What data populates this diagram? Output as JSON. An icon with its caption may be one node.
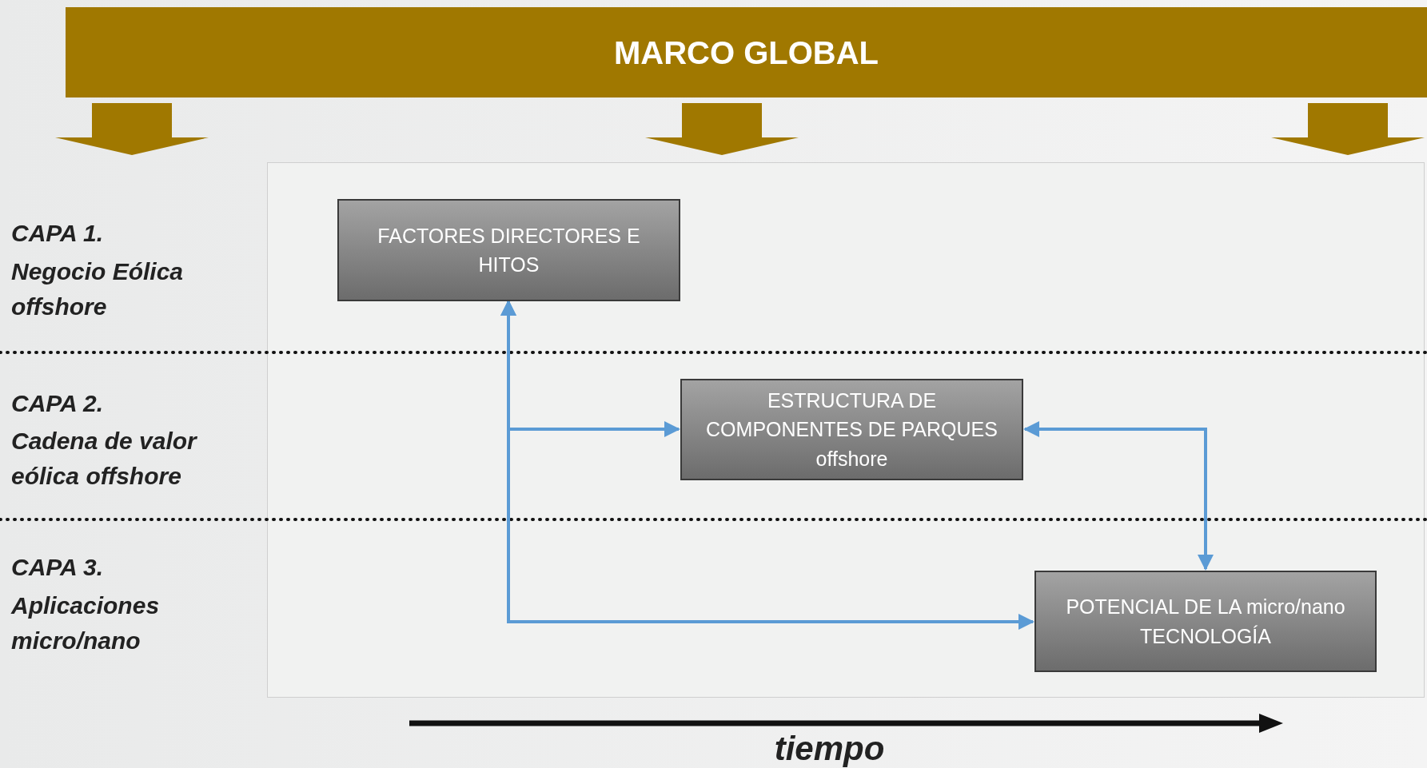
{
  "diagram": {
    "nodes": [
      {
        "text": [
          "MARCO GLOBAL"
        ]
      },
      {
        "text": [
          "FACTORES DIRECTORES E HITOS"
        ]
      },
      {
        "text": [
          "ESTRUCTURA DE COMPONENTES DE PARQUES offshore"
        ]
      },
      {
        "text": [
          "POTENCIAL DE LA micro/nano TECNOLOGÍA"
        ]
      }
    ],
    "edges": [
      {
        "from": 0,
        "to": null,
        "arrow": "to",
        "style": "thick",
        "color": "#a07800"
      },
      {
        "from": 0,
        "to": null,
        "arrow": "to",
        "style": "thick",
        "color": "#a07800"
      },
      {
        "from": 0,
        "to": null,
        "arrow": "to",
        "style": "thick",
        "color": "#a07800"
      },
      {
        "from": 1,
        "to": 2,
        "arrow": "both"
      },
      {
        "from": 1,
        "to": 3,
        "arrow": "both"
      },
      {
        "from": 2,
        "to": 3,
        "arrow": "both"
      }
    ],
    "labels": [
      "CAPA 1.",
      "Negocio Eólica offshore",
      "CAPA 2.",
      "Cadena de valor eólica offshore",
      "CAPA 3.",
      "Aplicaciones micro/nano",
      "tiempo"
    ]
  }
}
